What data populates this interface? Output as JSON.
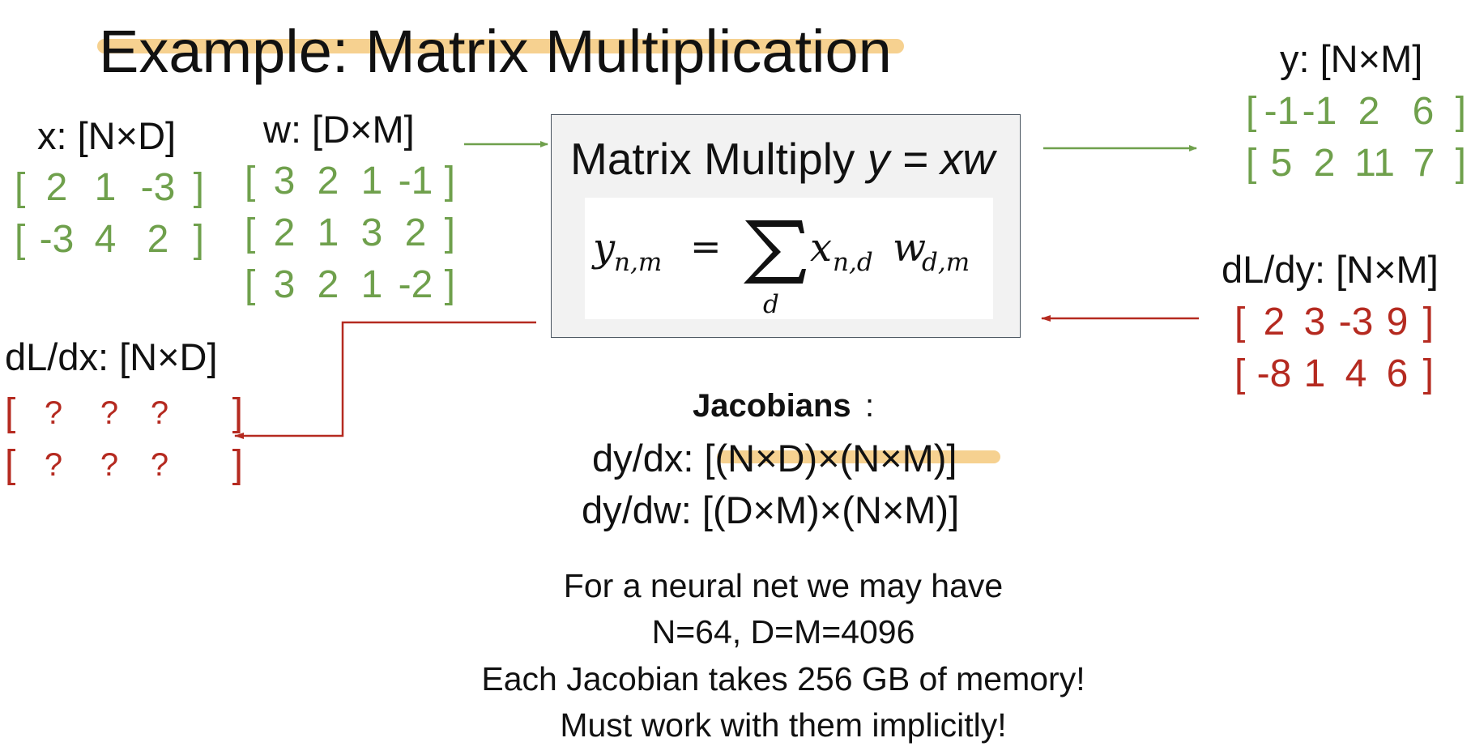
{
  "title": "Example: Matrix Multiplication",
  "x": {
    "label": "x: [N×D]",
    "rows": [
      [
        "2",
        "1",
        "-3"
      ],
      [
        "-3",
        "4",
        "2"
      ]
    ]
  },
  "w": {
    "label": "w: [D×M]",
    "rows": [
      [
        "3",
        "2",
        "1",
        "-1"
      ],
      [
        "2",
        "1",
        "3",
        "2"
      ],
      [
        "3",
        "2",
        "1",
        "-2"
      ]
    ]
  },
  "y": {
    "label": "y: [N×M]",
    "rows": [
      [
        "-1",
        "-1",
        "2",
        "6"
      ],
      [
        "5",
        "2",
        "11",
        "7"
      ]
    ]
  },
  "dLdy": {
    "label": "dL/dy: [N×M]",
    "rows": [
      [
        "2",
        "3",
        "-3",
        "9"
      ],
      [
        "-8",
        "1",
        "4",
        "6"
      ]
    ]
  },
  "dLdx": {
    "label": "dL/dx: [N×D]",
    "rows": [
      [
        "?",
        "?",
        "?"
      ],
      [
        "?",
        "?",
        "?"
      ]
    ]
  },
  "box": {
    "title_text": "Matrix Multiply ",
    "title_math": "y = xw",
    "formula": {
      "lhs": "y",
      "lhs_sub": "n,m",
      "eq": "=",
      "sum_index": "d",
      "x": "x",
      "x_sub": "n,d",
      "w": "w",
      "w_sub": "d,m"
    }
  },
  "jacobians": {
    "heading": "Jacobians",
    "colon": ":",
    "dydx": "dy/dx: [(N×D)×(N×M)]",
    "dydw": "dy/dw: [(D×M)×(N×M)]"
  },
  "notes": [
    "For a neural net we may have",
    "N=64, D=M=4096",
    "Each Jacobian takes 256 GB of memory!",
    "Must work with them implicitly!"
  ],
  "colors": {
    "forward": "#6fa04c",
    "backward": "#b52a20",
    "highlight": "#f5c97c"
  }
}
